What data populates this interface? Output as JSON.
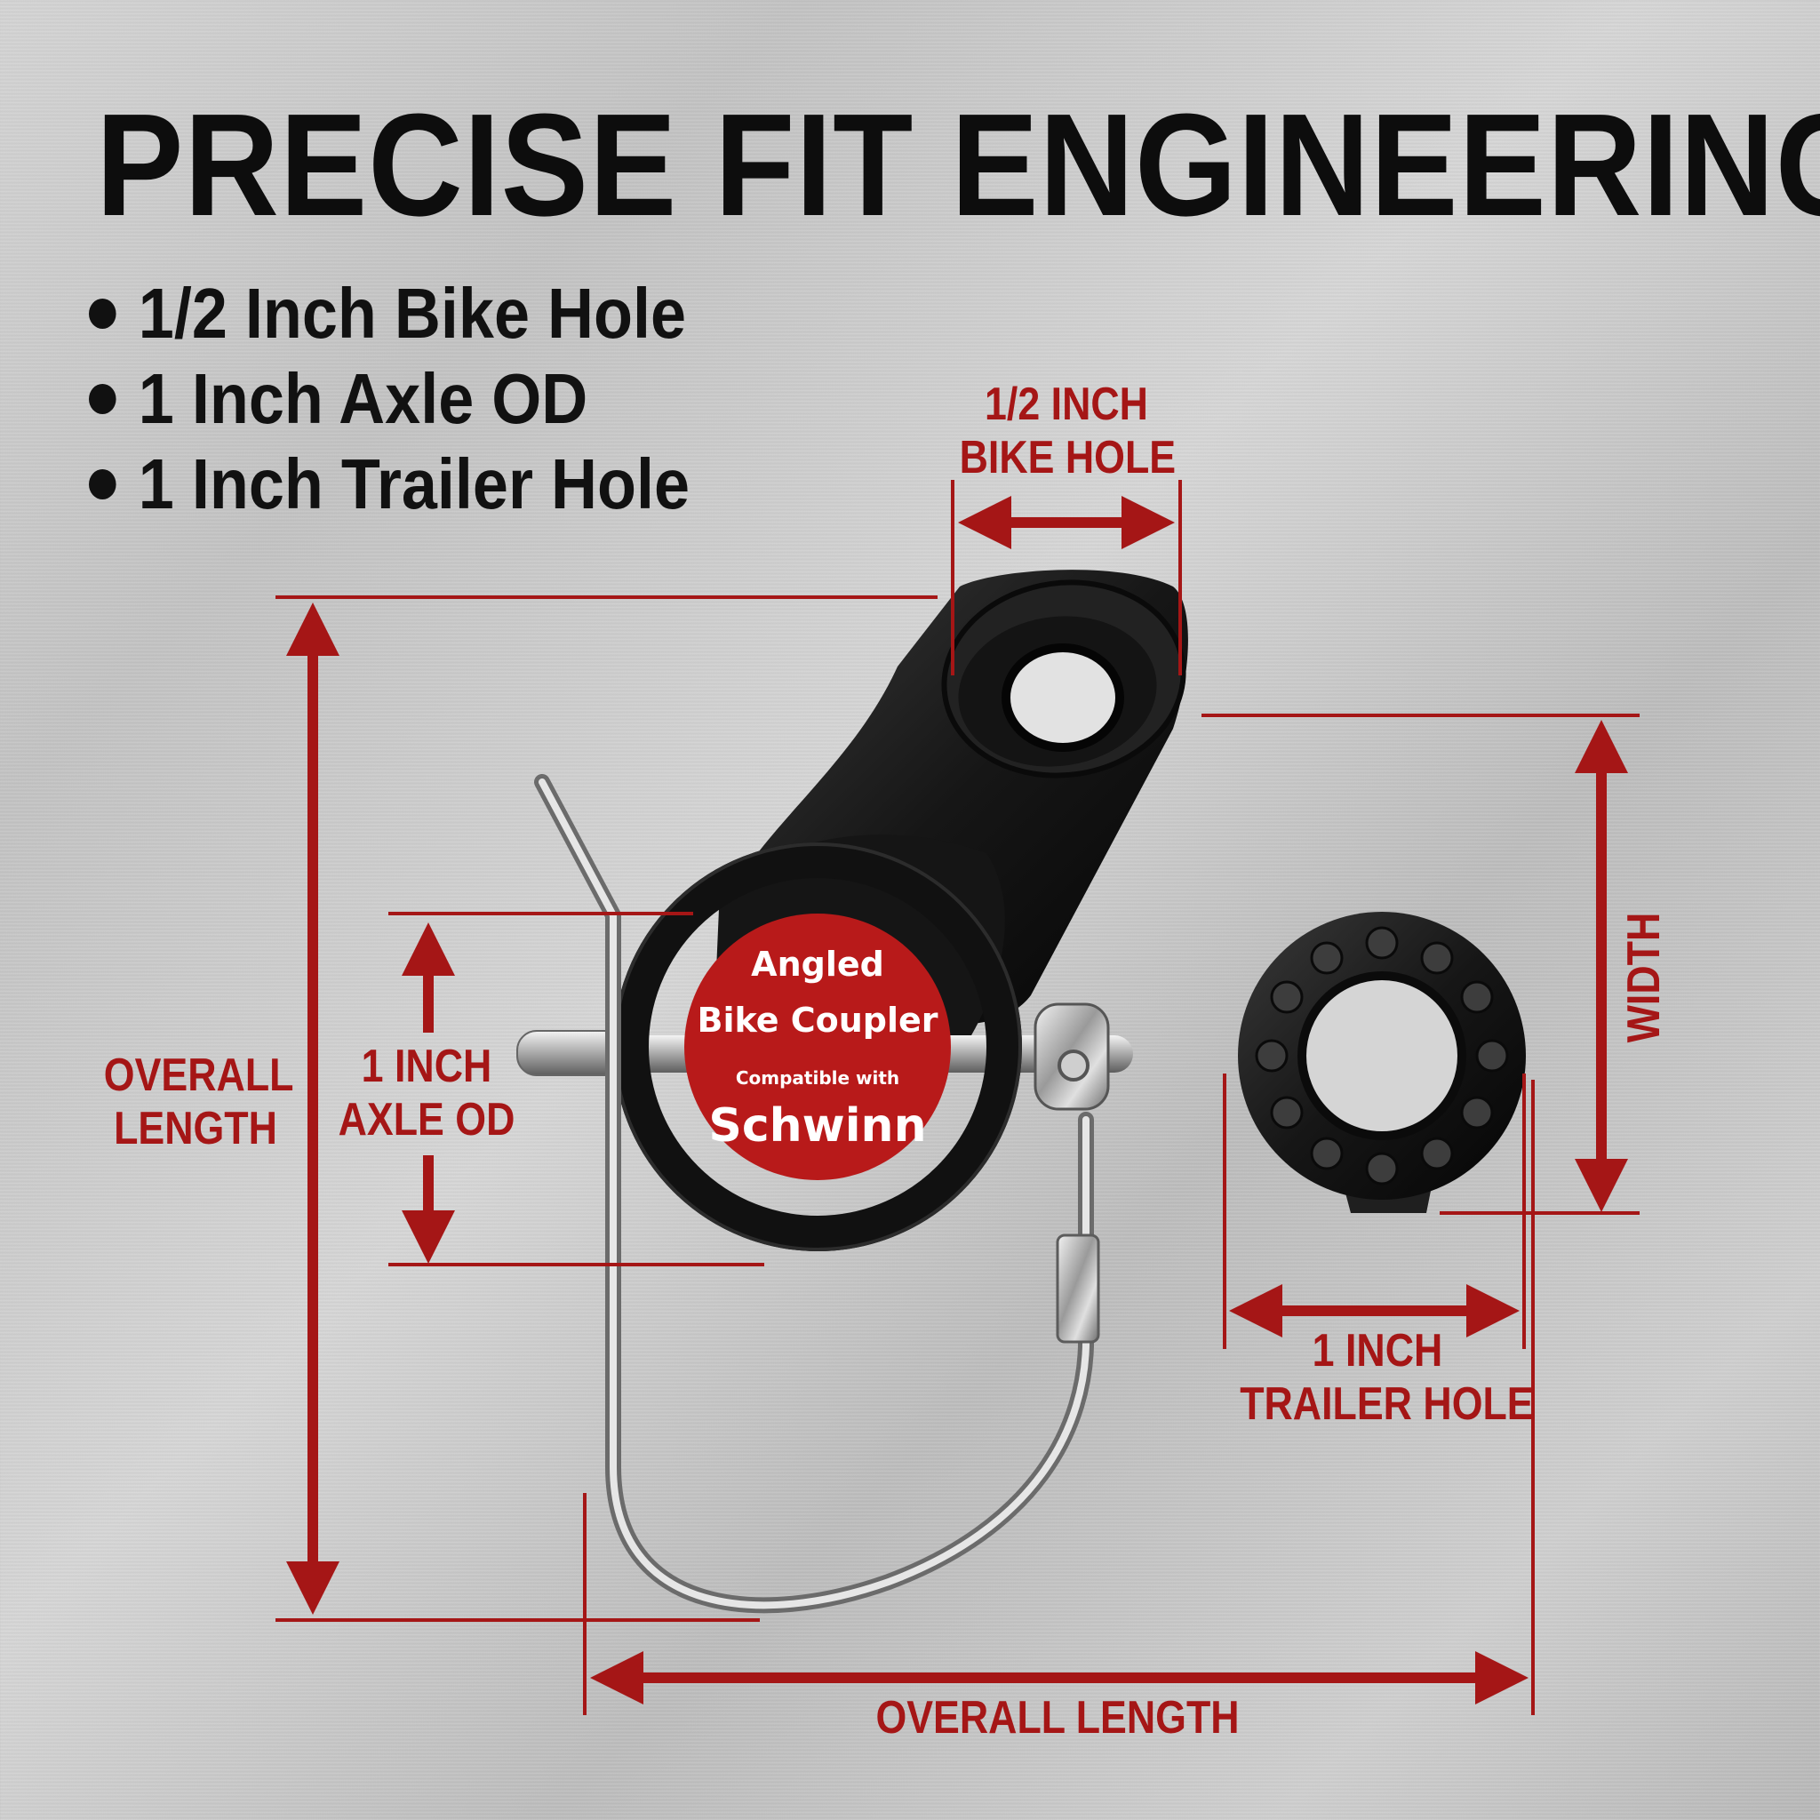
{
  "title": "PRECISE FIT ENGINEERING",
  "bullets": [
    "1/2 Inch Bike Hole",
    "1 Inch Axle OD",
    "1 Inch Trailer Hole"
  ],
  "dimensions": {
    "bike_hole": {
      "line1": "1/2 INCH",
      "line2": "BIKE HOLE"
    },
    "axle": {
      "line1": "1 INCH",
      "line2": "AXLE OD"
    },
    "overall_length_vertical": {
      "line1": "OVERALL",
      "line2": "LENGTH"
    },
    "overall_length_horizontal": "OVERALL LENGTH",
    "width": "WIDTH",
    "trailer_hole": {
      "line1": "1 INCH",
      "line2": "TRAILER HOLE"
    }
  },
  "badge": {
    "line1": "Angled",
    "line2": "Bike Coupler",
    "line3": "Compatible with",
    "line4": "Schwinn"
  },
  "colors": {
    "dimension_red": "#a51616",
    "badge_red": "#b81a1a",
    "title_black": "#0d0d0d",
    "coupler_black": "#1a1a1a",
    "steel": "#c9c9c9"
  }
}
